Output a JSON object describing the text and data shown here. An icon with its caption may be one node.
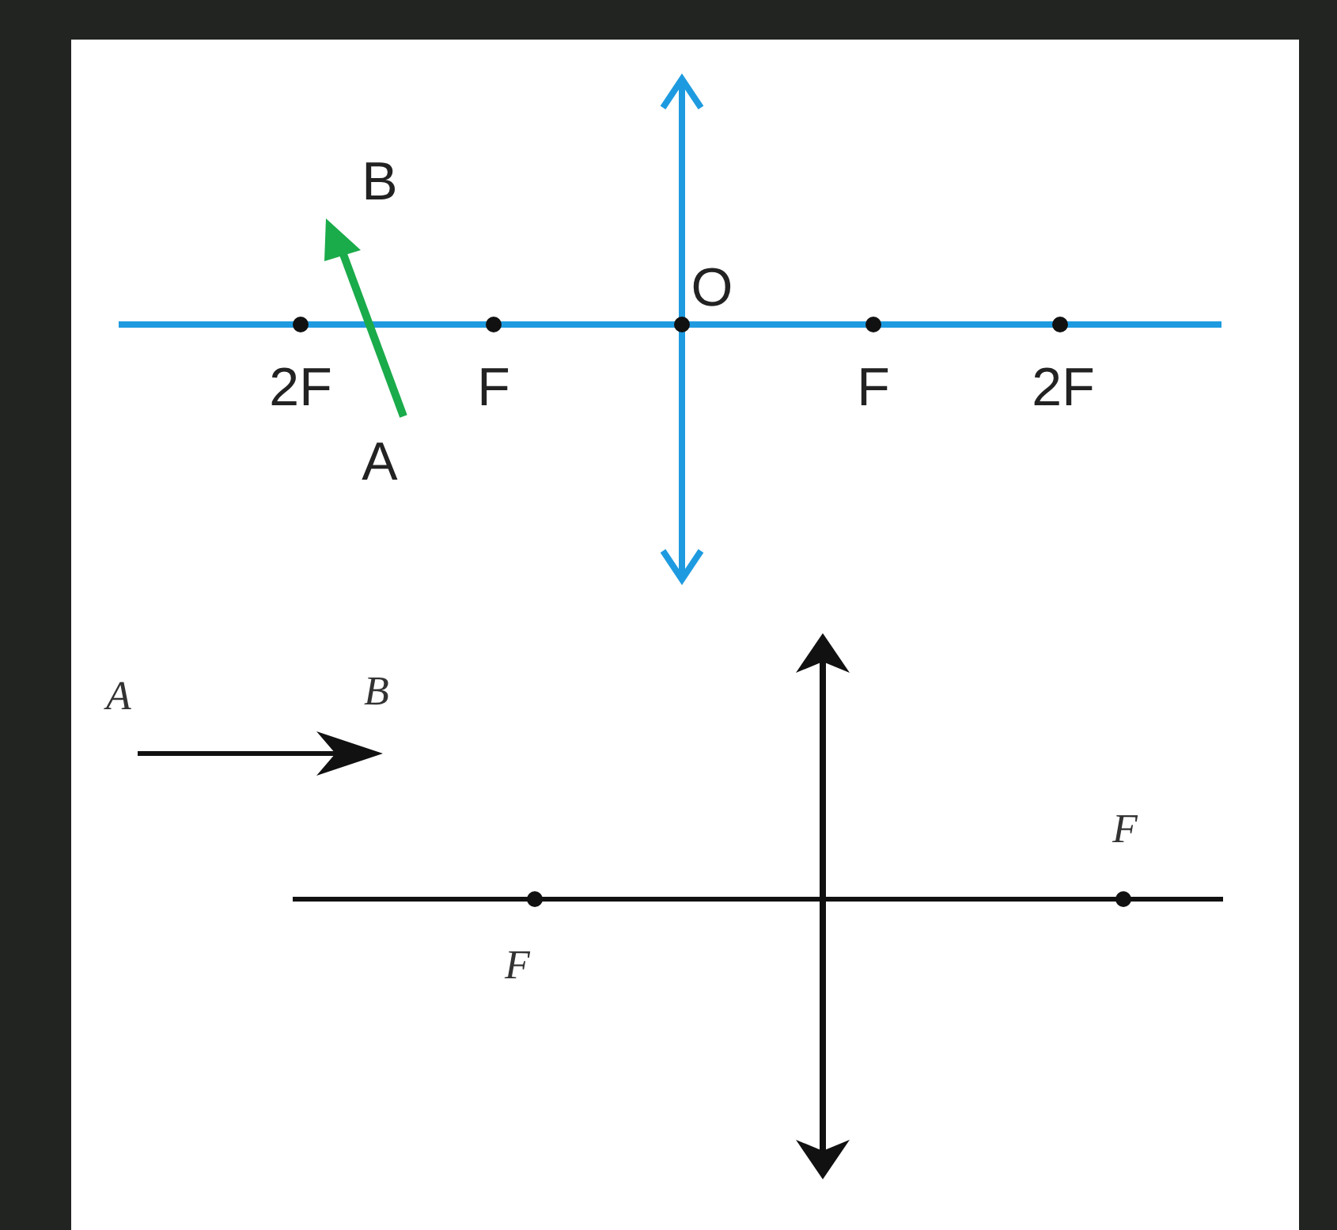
{
  "diagram": {
    "labels": [
      "B",
      "O",
      "2F",
      "F",
      "F",
      "2F",
      "A",
      "A",
      "B",
      "F",
      "F"
    ]
  }
}
